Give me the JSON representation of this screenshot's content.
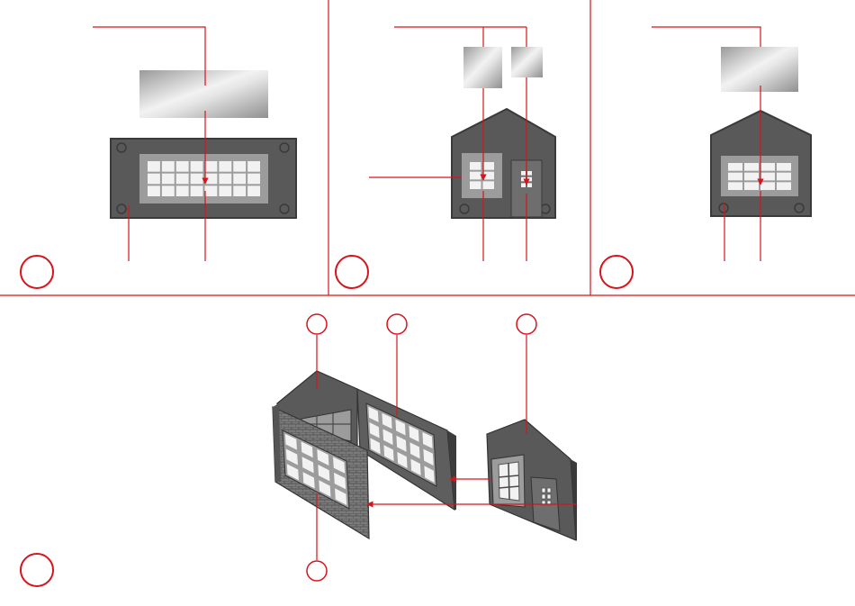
{
  "colors": {
    "accent": "#d6141b",
    "wall": "#595959",
    "wall_dark": "#3c3c3c",
    "panel_frame": "#6e6e6e",
    "window_frame": "#9c9c9c",
    "glass_light": "#f2f2f2",
    "glass_dark": "#9a9a9a",
    "brick": "#7a7a7a"
  },
  "panels": [
    {
      "id": "top-left",
      "step_label": ""
    },
    {
      "id": "top-middle",
      "step_label": ""
    },
    {
      "id": "top-right",
      "step_label": ""
    },
    {
      "id": "bottom",
      "step_label": ""
    }
  ],
  "part_markers": [
    {
      "id": "marker-a",
      "label": ""
    },
    {
      "id": "marker-b",
      "label": ""
    },
    {
      "id": "marker-c",
      "label": ""
    },
    {
      "id": "marker-d",
      "label": ""
    }
  ],
  "icons": [
    "step-circle-icon",
    "part-marker-icon",
    "glazing-sheet-icon",
    "arrow-icon"
  ]
}
